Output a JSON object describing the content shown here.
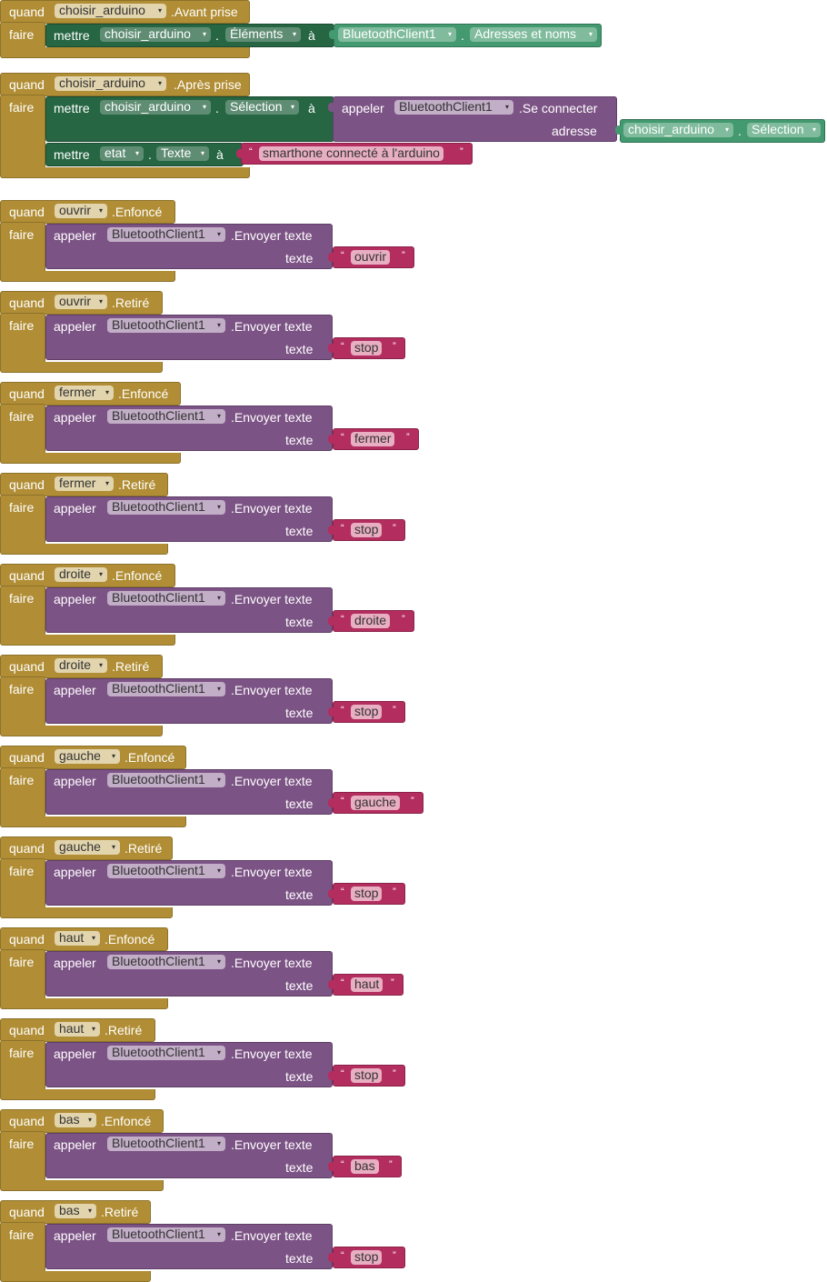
{
  "colors": {
    "event": "#b18e35",
    "setter": "#266643",
    "procedure": "#7c5385",
    "component": "#439970",
    "text": "#b32d5e"
  },
  "keywords": {
    "when": "quand",
    "do": "faire",
    "set": "mettre",
    "call": "appeler",
    "to": "à",
    "address": "adresse",
    "text_param": "texte",
    "dot": ".",
    "open_quote": "“",
    "close_quote": "”",
    "dropdown_arrow": "▾"
  },
  "picker_events": [
    {
      "component": "choisir_arduino",
      "event": ".Avant prise",
      "statement": {
        "kind": "set",
        "component": "choisir_arduino",
        "property": "Éléments",
        "value_component": "BluetoothClient1",
        "value_property": "Adresses et noms"
      }
    },
    {
      "component": "choisir_arduino",
      "event": ".Après prise",
      "statements": [
        {
          "kind": "set",
          "component": "choisir_arduino",
          "property": "Sélection",
          "value_call": {
            "component": "BluetoothClient1",
            "method": ".Se connecter",
            "arg_component": "choisir_arduino",
            "arg_property": "Sélection"
          }
        },
        {
          "kind": "set",
          "component": "etat",
          "property": "Texte",
          "value_text": "smarthone connecté à l'arduino"
        }
      ]
    }
  ],
  "button_events": [
    {
      "component": "ouvrir",
      "event": ".Enfoncé",
      "client": "BluetoothClient1",
      "method": ".Envoyer texte",
      "text": "ouvrir"
    },
    {
      "component": "ouvrir",
      "event": ".Retiré",
      "client": "BluetoothClient1",
      "method": ".Envoyer texte",
      "text": "stop"
    },
    {
      "component": "fermer",
      "event": ".Enfoncé",
      "client": "BluetoothClient1",
      "method": ".Envoyer texte",
      "text": "fermer"
    },
    {
      "component": "fermer",
      "event": ".Retiré",
      "client": "BluetoothClient1",
      "method": ".Envoyer texte",
      "text": "stop"
    },
    {
      "component": "droite",
      "event": ".Enfoncé",
      "client": "BluetoothClient1",
      "method": ".Envoyer texte",
      "text": "droite"
    },
    {
      "component": "droite",
      "event": ".Retiré",
      "client": "BluetoothClient1",
      "method": ".Envoyer texte",
      "text": "stop"
    },
    {
      "component": "gauche",
      "event": ".Enfoncé",
      "client": "BluetoothClient1",
      "method": ".Envoyer texte",
      "text": "gauche"
    },
    {
      "component": "gauche",
      "event": ".Retiré",
      "client": "BluetoothClient1",
      "method": ".Envoyer texte",
      "text": "stop"
    },
    {
      "component": "haut",
      "event": ".Enfoncé",
      "client": "BluetoothClient1",
      "method": ".Envoyer texte",
      "text": "haut"
    },
    {
      "component": "haut",
      "event": ".Retiré",
      "client": "BluetoothClient1",
      "method": ".Envoyer texte",
      "text": "stop"
    },
    {
      "component": "bas",
      "event": ".Enfoncé",
      "client": "BluetoothClient1",
      "method": ".Envoyer texte",
      "text": "bas"
    },
    {
      "component": "bas",
      "event": ".Retiré",
      "client": "BluetoothClient1",
      "method": ".Envoyer texte",
      "text": "stop"
    }
  ]
}
